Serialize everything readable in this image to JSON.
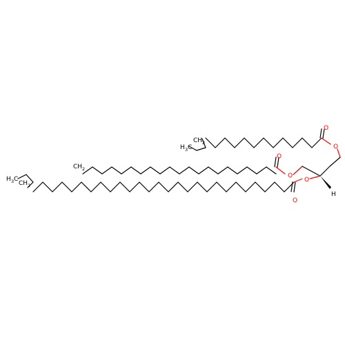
{
  "molecule": {
    "atoms": {
      "oxygen": "O",
      "hydrogen": "H",
      "methyl_carbon": "C",
      "methyl_h": "H",
      "methyl_sub": "3",
      "methylene_carbon": "CH",
      "methylene_sub": "2"
    },
    "colors": {
      "bond": "#000000",
      "oxygen": "#ff0000",
      "background": "#ffffff"
    }
  }
}
